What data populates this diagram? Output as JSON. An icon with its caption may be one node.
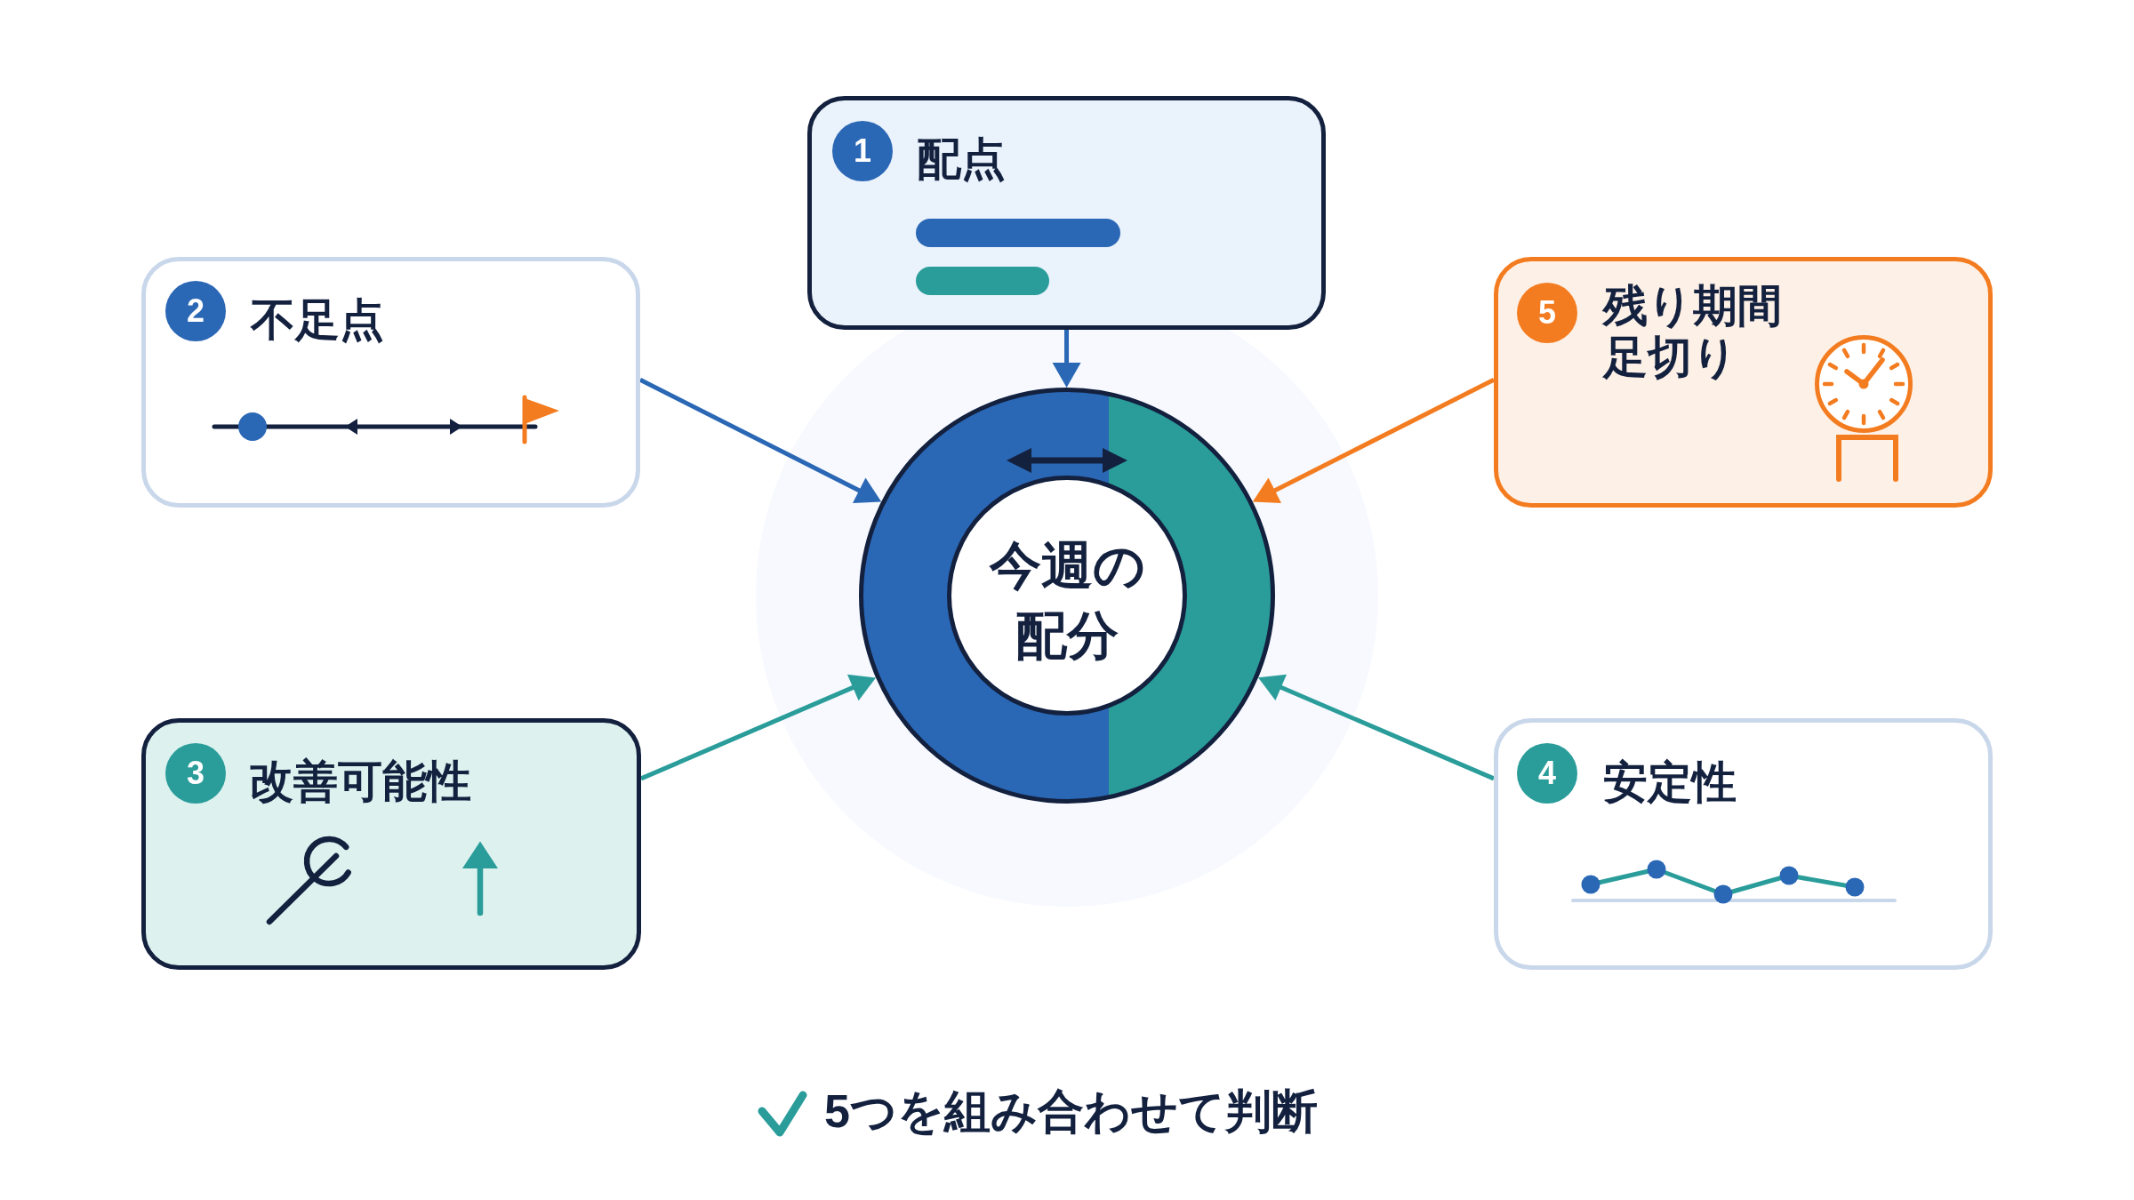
{
  "diagram": {
    "caption": "5つを組み合わせて判断",
    "nodes": [
      {
        "text": [
          "配点"
        ]
      },
      {
        "text": [
          "1"
        ],
        "in": 0
      },
      {
        "text": [
          "不足点"
        ]
      },
      {
        "text": [
          "2"
        ],
        "in": 2
      },
      {
        "text": [
          "残り期間足切り"
        ]
      },
      {
        "text": [
          "5"
        ],
        "in": 4
      },
      {
        "text": [
          "今週の配分"
        ]
      },
      {
        "text": [
          "改善可能性"
        ]
      },
      {
        "text": [
          "3"
        ],
        "in": 7
      },
      {
        "text": [
          "安定性"
        ]
      },
      {
        "text": [
          "4"
        ],
        "in": 9
      }
    ],
    "edges": [
      {
        "from": 0,
        "to": 6,
        "arrow": "to",
        "color": "#2a67b5"
      },
      {
        "from": 2,
        "to": 6,
        "arrow": "to",
        "color": "#2a67b5"
      },
      {
        "from": 4,
        "to": 6,
        "arrow": "to",
        "color": "#f47c20"
      },
      {
        "from": 7,
        "to": 6,
        "arrow": "to",
        "color": "#2a9d9b"
      },
      {
        "from": 9,
        "to": 6,
        "arrow": "to",
        "color": "#2a9d9b"
      }
    ]
  }
}
